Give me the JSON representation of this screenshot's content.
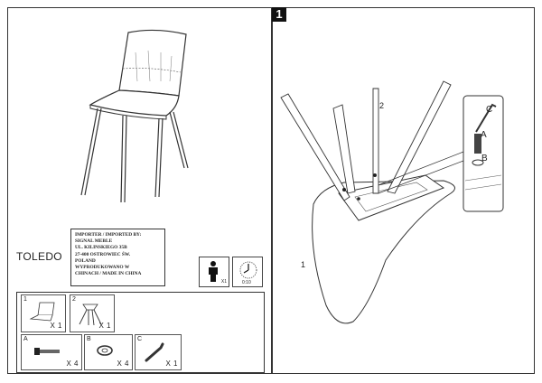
{
  "step": "1",
  "product": "TOLEDO",
  "importer": {
    "lines": [
      "IMPORTER / IMPORTED BY:",
      "SIGNAL MEBLE",
      "UL. KILINSKIEGO 35B",
      "27-400 OSTROWIEC ŚW.",
      "POLAND",
      "WYPRODUKOWANO W",
      "CHINACH / MADE IN CHINA"
    ]
  },
  "assembly": {
    "persons": "X1",
    "time": "0:10"
  },
  "parts": [
    {
      "id": "1",
      "qty": "X 1",
      "icon": "chair-seat-icon"
    },
    {
      "id": "2",
      "qty": "X 1",
      "icon": "chair-legs-icon"
    },
    {
      "id": "A",
      "qty": "X 4",
      "icon": "bolt-icon"
    },
    {
      "id": "B",
      "qty": "X 4",
      "icon": "washer-icon"
    },
    {
      "id": "C",
      "qty": "X 1",
      "icon": "allen-key-icon"
    }
  ],
  "callouts": {
    "seat": "1",
    "legs": "2",
    "bolt": "A",
    "washer": "B",
    "key": "C"
  }
}
